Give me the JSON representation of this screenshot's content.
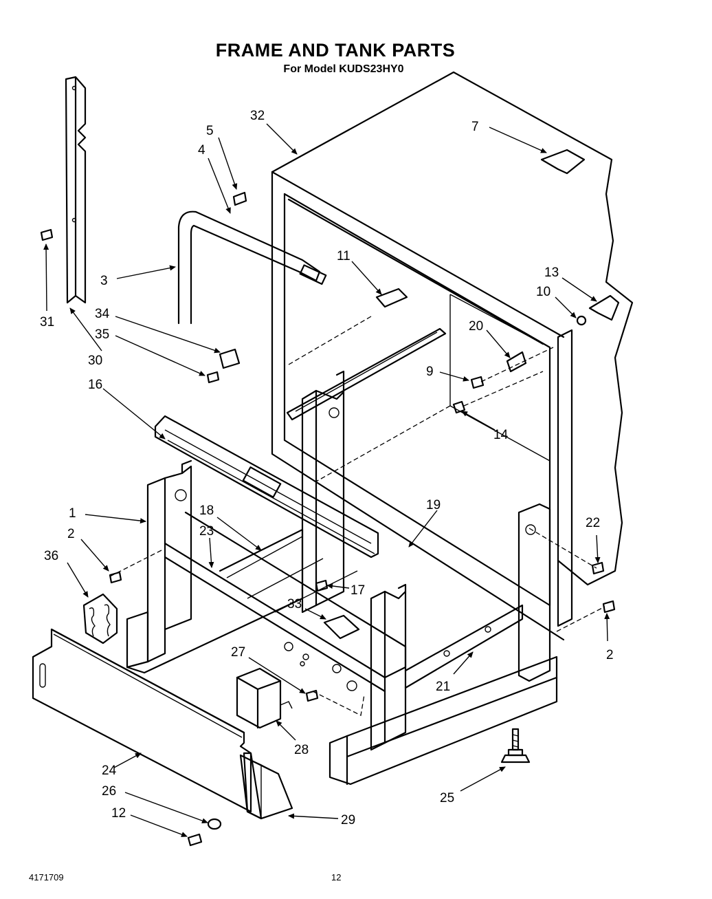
{
  "header": {
    "title": "FRAME AND TANK PARTS",
    "subtitle": "For Model KUDS23HY0"
  },
  "footer": {
    "doc_number": "4171709",
    "page_number": "12"
  },
  "callouts": [
    {
      "id": "c1",
      "label": "1"
    },
    {
      "id": "c2a",
      "label": "2"
    },
    {
      "id": "c2b",
      "label": "2"
    },
    {
      "id": "c3",
      "label": "3"
    },
    {
      "id": "c4",
      "label": "4"
    },
    {
      "id": "c5",
      "label": "5"
    },
    {
      "id": "c7",
      "label": "7"
    },
    {
      "id": "c9",
      "label": "9"
    },
    {
      "id": "c10",
      "label": "10"
    },
    {
      "id": "c11",
      "label": "11"
    },
    {
      "id": "c12",
      "label": "12"
    },
    {
      "id": "c13",
      "label": "13"
    },
    {
      "id": "c14",
      "label": "14"
    },
    {
      "id": "c16",
      "label": "16"
    },
    {
      "id": "c17",
      "label": "17"
    },
    {
      "id": "c18",
      "label": "18"
    },
    {
      "id": "c19",
      "label": "19"
    },
    {
      "id": "c20",
      "label": "20"
    },
    {
      "id": "c21",
      "label": "21"
    },
    {
      "id": "c22",
      "label": "22"
    },
    {
      "id": "c23",
      "label": "23"
    },
    {
      "id": "c24",
      "label": "24"
    },
    {
      "id": "c25",
      "label": "25"
    },
    {
      "id": "c26",
      "label": "26"
    },
    {
      "id": "c27",
      "label": "27"
    },
    {
      "id": "c28",
      "label": "28"
    },
    {
      "id": "c29",
      "label": "29"
    },
    {
      "id": "c30",
      "label": "30"
    },
    {
      "id": "c31",
      "label": "31"
    },
    {
      "id": "c32",
      "label": "32"
    },
    {
      "id": "c33",
      "label": "33"
    },
    {
      "id": "c34",
      "label": "34"
    },
    {
      "id": "c35",
      "label": "35"
    },
    {
      "id": "c36",
      "label": "36"
    }
  ]
}
